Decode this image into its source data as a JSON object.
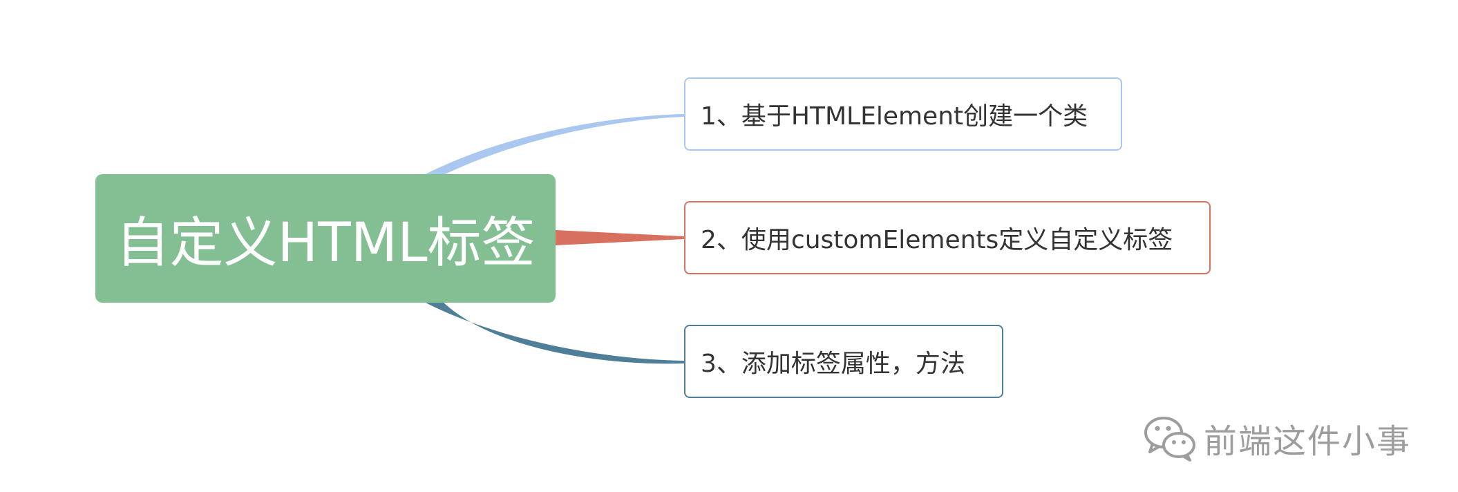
{
  "mindmap": {
    "central": {
      "label": "自定义HTML标签",
      "color": "#84bf94"
    },
    "branches": [
      {
        "label": "1、基于HTMLElement创建一个类",
        "color": "#a9c7ef"
      },
      {
        "label": "2、使用customElements定义自定义标签",
        "color": "#d8705f"
      },
      {
        "label": "3、添加标签属性，方法",
        "color": "#4f7f98"
      }
    ]
  },
  "watermark": {
    "text": "前端这件小事",
    "icon": "wechat-icon"
  }
}
